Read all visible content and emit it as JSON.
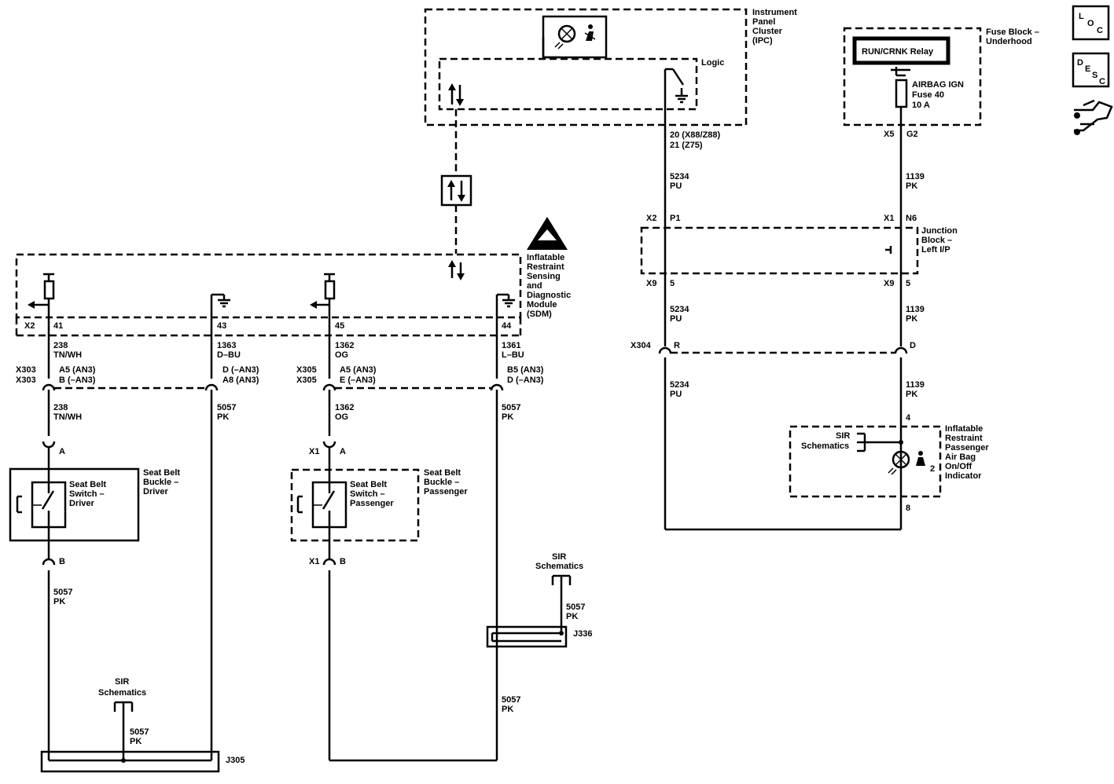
{
  "ipc": {
    "name": [
      "Instrument",
      "Panel",
      "Cluster",
      "(IPC)"
    ],
    "logic": "Logic",
    "pin_a": "20 (X88/Z88)",
    "pin_b": "21 (Z75)"
  },
  "fuse_block": {
    "name": [
      "Fuse Block –",
      "Underhood"
    ],
    "relay": "RUN/CRNK Relay",
    "fuse": [
      "AIRBAG IGN",
      "Fuse 40",
      "10 A"
    ],
    "conn": "X5",
    "pin": "G2"
  },
  "nav": {
    "loc": [
      "L",
      "O",
      "C"
    ],
    "desc": [
      "D",
      "E",
      "S",
      "C"
    ]
  },
  "sdm": {
    "name": [
      "Inflatable",
      "Restraint",
      "Sensing",
      "and",
      "Diagnostic",
      "Module",
      "(SDM)"
    ],
    "conn": "X2",
    "pins": [
      "41",
      "43",
      "45",
      "44"
    ]
  },
  "junction": {
    "name": [
      "Junction",
      "Block –",
      "Left I/P"
    ],
    "x2": "X2",
    "p1": "P1",
    "x1": "X1",
    "n6": "N6",
    "x9a": "X9",
    "p5a": "5",
    "x9b": "X9",
    "p5b": "5"
  },
  "x304": {
    "conn": "X304",
    "pin_r": "R",
    "pin_d": "D"
  },
  "wires": {
    "w5234_a": [
      "5234",
      "PU"
    ],
    "w5234_b": [
      "5234",
      "PU"
    ],
    "w5234_c": [
      "5234",
      "PU"
    ],
    "w1139_a": [
      "1139",
      "PK"
    ],
    "w1139_b": [
      "1139",
      "PK"
    ],
    "w1139_c": [
      "1139",
      "PK"
    ],
    "w238_a": [
      "238",
      "TN/WH"
    ],
    "w238_b": [
      "238",
      "TN/WH"
    ],
    "w1363": [
      "1363",
      "D–BU"
    ],
    "w1362_a": [
      "1362",
      "OG"
    ],
    "w1362_b": [
      "1362",
      "OG"
    ],
    "w1361": [
      "1361",
      "L–BU"
    ],
    "w5057_a": [
      "5057",
      "PK"
    ],
    "w5057_b": [
      "5057",
      "PK"
    ],
    "w5057_c": [
      "5057",
      "PK"
    ],
    "w5057_d": [
      "5057",
      "PK"
    ],
    "w5057_e": [
      "5057",
      "PK"
    ],
    "w5057_f": [
      "5057",
      "PK"
    ]
  },
  "x303": {
    "conn_a": "X303",
    "conn_b": "X303",
    "pin_a": "A5 (AN3)",
    "pin_b": "B (–AN3)",
    "pin_c": "D (–AN3)",
    "pin_d": "A8 (AN3)"
  },
  "x305": {
    "conn_a": "X305",
    "conn_b": "X305",
    "pin_a": "A5 (AN3)",
    "pin_b": "E (–AN3)",
    "pin_c": "B5 (AN3)",
    "pin_d": "D (–AN3)"
  },
  "driver": {
    "name": [
      "Seat Belt",
      "Buckle –",
      "Driver"
    ],
    "switch": [
      "Seat Belt",
      "Switch –",
      "Driver"
    ],
    "pin_a": "A",
    "pin_b": "B"
  },
  "passenger": {
    "name": [
      "Seat Belt",
      "Buckle –",
      "Passenger"
    ],
    "switch": [
      "Seat Belt",
      "Switch –",
      "Passenger"
    ],
    "x1a": "X1",
    "pin_a": "A",
    "x1b": "X1",
    "pin_b": "B"
  },
  "indicator": {
    "name": [
      "Inflatable",
      "Restraint",
      "Passenger",
      "Air Bag",
      "On/Off",
      "Indicator"
    ],
    "pin_4": "4",
    "pin_8": "8",
    "num": "2"
  },
  "sir": {
    "a": [
      "SIR",
      "Schematics"
    ],
    "b": [
      "SIR",
      "Schematics"
    ],
    "c": [
      "SIR",
      "Schematics"
    ]
  },
  "splices": {
    "j305": "J305",
    "j336": "J336"
  }
}
